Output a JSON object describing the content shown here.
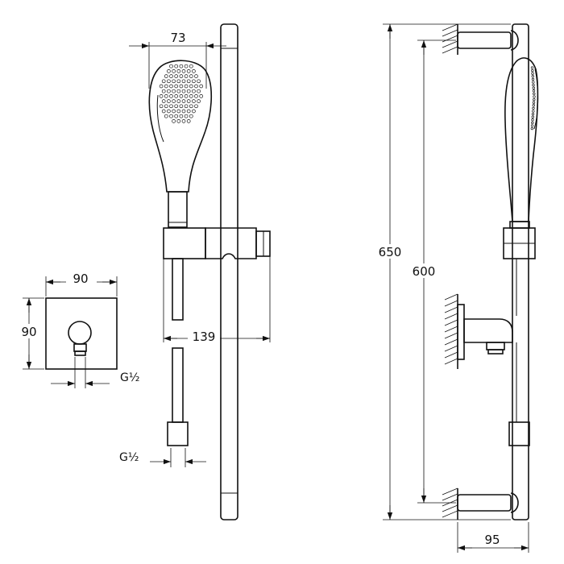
{
  "diagram": {
    "type": "technical-drawing",
    "line_color": "#111111",
    "background": "#ffffff",
    "dimensions": {
      "hand_shower_width": "73",
      "outlet_width": "90",
      "outlet_height": "90",
      "outlet_thread": "G½",
      "slider_to_rail": "139",
      "hose_thread": "G½",
      "rail_total_height": "650",
      "rail_fixing_distance": "600",
      "wall_projection": "95"
    }
  }
}
